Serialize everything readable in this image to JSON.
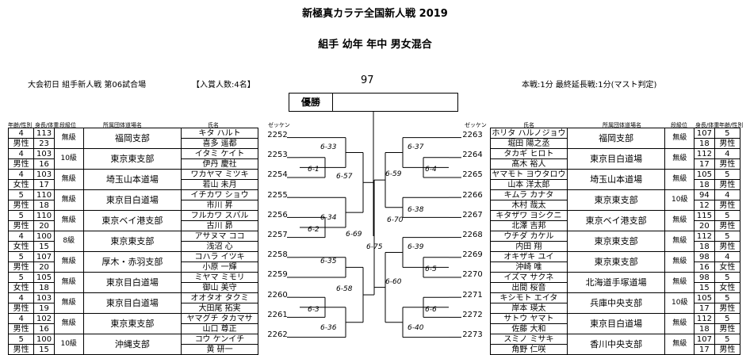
{
  "title": "新極真カラテ全国新人戦 2019",
  "subtitle": "組手 幼年 年中 男女混合",
  "info_left": "大会初日 組手新人戦 第06試合場",
  "info_entry": "【入賞人数:4名】",
  "bracket_no": "97",
  "info_right": "本戦:1分 最終延長戦:1分(マスト判定)",
  "winner_label": "優勝",
  "headers": {
    "left": {
      "age": "年齢/性別",
      "wh": "身長/体重",
      "dan": "段級位",
      "dojo": "所属団体道場名",
      "name": "氏名",
      "zk": "ゼッケン"
    },
    "right": {
      "zk": "ゼッケン",
      "name": "氏名",
      "dojo": "所属団体道場名",
      "dan": "段級位",
      "wh": "身長/体重",
      "age": "年齢/性別"
    }
  },
  "left_players": [
    {
      "age": "4",
      "sex": "男性",
      "height": "113",
      "weight": "23",
      "dan": "無級",
      "dojo": "福岡支部",
      "kana": "キタ ハルト",
      "name": "喜多 遥都",
      "zekken": "2252"
    },
    {
      "age": "4",
      "sex": "男性",
      "height": "103",
      "weight": "16",
      "dan": "10級",
      "dojo": "東京東支部",
      "kana": "イタミ ケイト",
      "name": "伊丹 慶社",
      "zekken": "2253"
    },
    {
      "age": "4",
      "sex": "女性",
      "height": "103",
      "weight": "17",
      "dan": "無級",
      "dojo": "埼玉山本道場",
      "kana": "ワカヤマ ミツキ",
      "name": "若山 未月",
      "zekken": "2254"
    },
    {
      "age": "5",
      "sex": "男性",
      "height": "110",
      "weight": "18",
      "dan": "無級",
      "dojo": "東京目白道場",
      "kana": "イチカワ ショウ",
      "name": "市川 昇",
      "zekken": "2255"
    },
    {
      "age": "5",
      "sex": "男性",
      "height": "110",
      "weight": "20",
      "dan": "無級",
      "dojo": "東京ベイ港支部",
      "kana": "フルカワ スバル",
      "name": "古川 昴",
      "zekken": "2256"
    },
    {
      "age": "4",
      "sex": "女性",
      "height": "100",
      "weight": "15",
      "dan": "8級",
      "dojo": "東京東支部",
      "kana": "アサヌマ ココ",
      "name": "浅沼 心",
      "zekken": "2257"
    },
    {
      "age": "5",
      "sex": "男性",
      "height": "107",
      "weight": "20",
      "dan": "無級",
      "dojo": "厚木・赤羽支部",
      "kana": "コハラ イツキ",
      "name": "小原 一輝",
      "zekken": "2258"
    },
    {
      "age": "5",
      "sex": "女性",
      "height": "105",
      "weight": "18",
      "dan": "無級",
      "dojo": "東京目白道場",
      "kana": "ミヤマ ミモリ",
      "name": "御山 美守",
      "zekken": "2259"
    },
    {
      "age": "4",
      "sex": "男性",
      "height": "103",
      "weight": "19",
      "dan": "無級",
      "dojo": "東京目白道場",
      "kana": "オオタオ タクミ",
      "name": "大田尾 拓実",
      "zekken": "2260"
    },
    {
      "age": "4",
      "sex": "男性",
      "height": "102",
      "weight": "16",
      "dan": "無級",
      "dojo": "東京東支部",
      "kana": "ヤマグチ タカマサ",
      "name": "山口 尊正",
      "zekken": "2261"
    },
    {
      "age": "5",
      "sex": "男性",
      "height": "100",
      "weight": "15",
      "dan": "10級",
      "dojo": "沖縄支部",
      "kana": "コウ ケンイチ",
      "name": "黄 研一",
      "zekken": "2262"
    }
  ],
  "right_players": [
    {
      "age": "5",
      "sex": "男性",
      "height": "107",
      "weight": "18",
      "dan": "無級",
      "dojo": "福岡支部",
      "kana": "ホリタ ハルノジョウ",
      "name": "堀田 陽之丞",
      "zekken": "2263"
    },
    {
      "age": "4",
      "sex": "男性",
      "height": "112",
      "weight": "17",
      "dan": "無級",
      "dojo": "東京目白道場",
      "kana": "タカギ ヒロト",
      "name": "髙木 裕人",
      "zekken": "2264"
    },
    {
      "age": "5",
      "sex": "男性",
      "height": "105",
      "weight": "18",
      "dan": "無級",
      "dojo": "埼玉山本道場",
      "kana": "ヤマモト ヨウタロウ",
      "name": "山本 洋太郎",
      "zekken": "2265"
    },
    {
      "age": "4",
      "sex": "男性",
      "height": "94",
      "weight": "12",
      "dan": "10級",
      "dojo": "東京東支部",
      "kana": "キムラ カナタ",
      "name": "木村 哉太",
      "zekken": "2266"
    },
    {
      "age": "5",
      "sex": "男性",
      "height": "115",
      "weight": "20",
      "dan": "無級",
      "dojo": "東京ベイ港支部",
      "kana": "キタザワ ヨシクニ",
      "name": "北澤 吉邦",
      "zekken": "2267"
    },
    {
      "age": "5",
      "sex": "男性",
      "height": "112",
      "weight": "18",
      "dan": "無級",
      "dojo": "東京東支部",
      "kana": "ウチダ カケル",
      "name": "内田 翔",
      "zekken": "2268"
    },
    {
      "age": "4",
      "sex": "女性",
      "height": "98",
      "weight": "16",
      "dan": "無級",
      "dojo": "東京東支部",
      "kana": "オキザキ ユイ",
      "name": "沖崎 唯",
      "zekken": "2269"
    },
    {
      "age": "5",
      "sex": "女性",
      "height": "98",
      "weight": "15",
      "dan": "無級",
      "dojo": "北海道手塚道場",
      "kana": "イズマ サクネ",
      "name": "出間 桜音",
      "zekken": "2270"
    },
    {
      "age": "5",
      "sex": "男性",
      "height": "105",
      "weight": "17",
      "dan": "10級",
      "dojo": "兵庫中央支部",
      "kana": "キシモト エイタ",
      "name": "岸本 瑛太",
      "zekken": "2271"
    },
    {
      "age": "5",
      "sex": "男性",
      "height": "112",
      "weight": "18",
      "dan": "無級",
      "dojo": "東京目白道場",
      "kana": "サトウ ヤマト",
      "name": "佐藤 大和",
      "zekken": "2272"
    },
    {
      "age": "5",
      "sex": "男性",
      "height": "107",
      "weight": "17",
      "dan": "無級",
      "dojo": "香川中央支部",
      "kana": "スミノ ミサキ",
      "name": "角野 仁咲",
      "zekken": "2273"
    }
  ],
  "bouts": [
    "6-1",
    "6-2",
    "6-3",
    "6-4",
    "6-5",
    "6-6",
    "6-33",
    "6-34",
    "6-35",
    "6-36",
    "6-37",
    "6-38",
    "6-39",
    "6-40",
    "6-57",
    "6-58",
    "6-59",
    "6-60",
    "6-69",
    "6-70",
    "6-75"
  ]
}
